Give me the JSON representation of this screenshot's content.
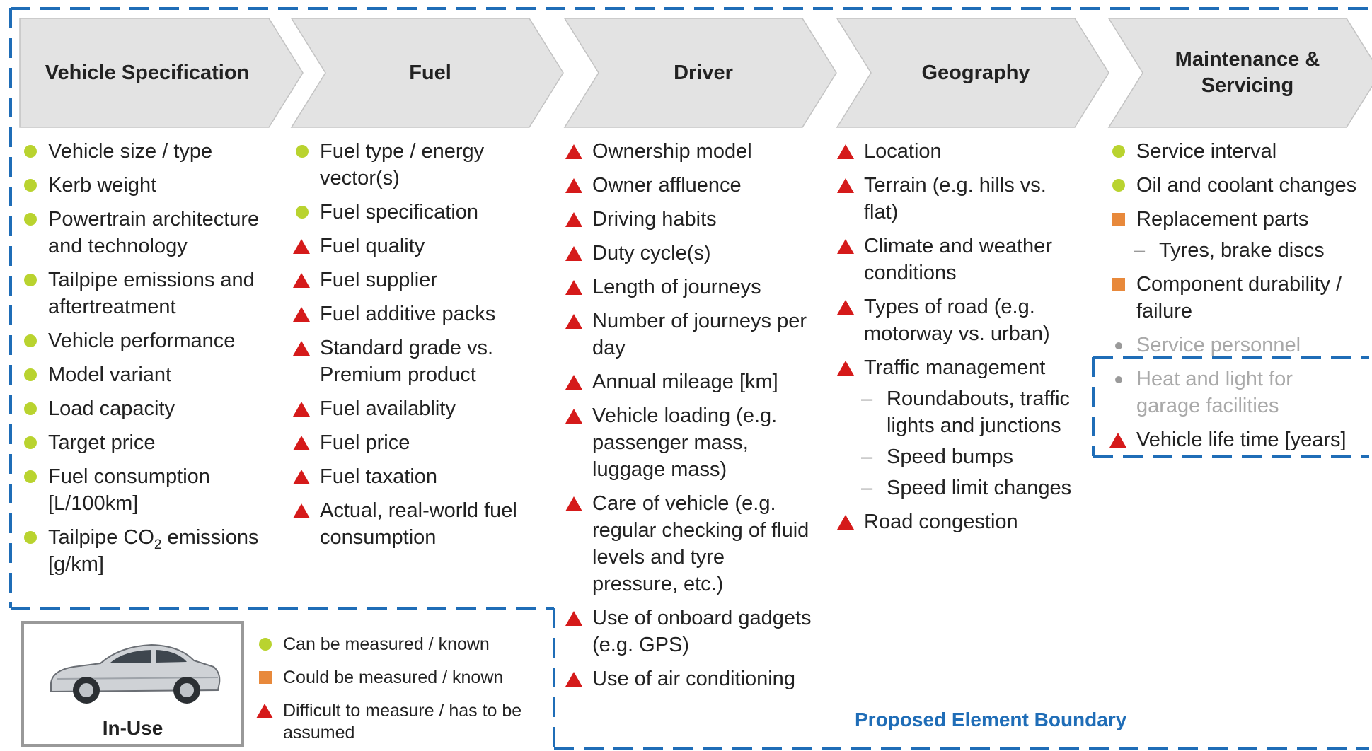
{
  "stages": [
    {
      "title": "Vehicle Specification",
      "items": [
        {
          "mark": "circle",
          "text": "Vehicle size / type"
        },
        {
          "mark": "circle",
          "text": "Kerb weight"
        },
        {
          "mark": "circle",
          "text": "Powertrain architecture and technology"
        },
        {
          "mark": "circle",
          "text": "Tailpipe emissions and aftertreatment"
        },
        {
          "mark": "circle",
          "text": "Vehicle performance"
        },
        {
          "mark": "circle",
          "text": "Model variant"
        },
        {
          "mark": "circle",
          "text": "Load capacity"
        },
        {
          "mark": "circle",
          "text": "Target price"
        },
        {
          "mark": "circle",
          "text": "Fuel consumption [L/100km]"
        },
        {
          "mark": "circle",
          "text": "Tailpipe CO",
          "sub": "2",
          "after": " emissions [g/km]"
        }
      ]
    },
    {
      "title": "Fuel",
      "items": [
        {
          "mark": "circle",
          "text": "Fuel type / energy vector(s)"
        },
        {
          "mark": "circle",
          "text": "Fuel specification"
        },
        {
          "mark": "triangle",
          "text": "Fuel quality"
        },
        {
          "mark": "triangle",
          "text": "Fuel supplier"
        },
        {
          "mark": "triangle",
          "text": "Fuel additive packs"
        },
        {
          "mark": "triangle",
          "text": "Standard grade vs. Premium product"
        },
        {
          "mark": "triangle",
          "text": "Fuel availablity"
        },
        {
          "mark": "triangle",
          "text": "Fuel price"
        },
        {
          "mark": "triangle",
          "text": "Fuel taxation"
        },
        {
          "mark": "triangle",
          "text": "Actual, real-world fuel consumption"
        }
      ]
    },
    {
      "title": "Driver",
      "items": [
        {
          "mark": "triangle",
          "text": "Ownership model"
        },
        {
          "mark": "triangle",
          "text": "Owner affluence"
        },
        {
          "mark": "triangle",
          "text": "Driving habits"
        },
        {
          "mark": "triangle",
          "text": "Duty cycle(s)"
        },
        {
          "mark": "triangle",
          "text": "Length of journeys"
        },
        {
          "mark": "triangle",
          "text": "Number of journeys per day"
        },
        {
          "mark": "triangle",
          "text": "Annual mileage [km]"
        },
        {
          "mark": "triangle",
          "text": "Vehicle loading (e.g. passenger mass, luggage mass)"
        },
        {
          "mark": "triangle",
          "text": "Care of vehicle (e.g. regular checking of fluid levels and tyre pressure, etc.)"
        },
        {
          "mark": "triangle",
          "text": "Use of onboard gadgets (e.g. GPS)"
        },
        {
          "mark": "triangle",
          "text": "Use of air conditioning"
        }
      ]
    },
    {
      "title": "Geography",
      "items": [
        {
          "mark": "triangle",
          "text": "Location"
        },
        {
          "mark": "triangle",
          "text": "Terrain (e.g. hills vs. flat)"
        },
        {
          "mark": "triangle",
          "text": "Climate and weather conditions"
        },
        {
          "mark": "triangle",
          "text": "Types of road (e.g. motorway vs. urban)"
        },
        {
          "mark": "triangle",
          "text": "Traffic management",
          "subs": [
            "Roundabouts, traffic lights and junctions",
            "Speed bumps",
            "Speed limit changes"
          ]
        },
        {
          "mark": "triangle",
          "text": "Road congestion"
        }
      ]
    },
    {
      "title": "Maintenance & Servicing",
      "items": [
        {
          "mark": "circle",
          "text": "Service interval"
        },
        {
          "mark": "circle",
          "text": "Oil and coolant changes"
        },
        {
          "mark": "square",
          "text": "Replacement parts",
          "subs": [
            "Tyres, brake discs"
          ]
        },
        {
          "mark": "square",
          "text": "Component durability / failure"
        },
        {
          "mark": "grey-dot",
          "text": "Service personnel",
          "grey": true
        },
        {
          "mark": "grey-dot",
          "text": "Heat and light for garage facilities",
          "grey": true
        },
        {
          "mark": "triangle",
          "text": "Vehicle life time [years]"
        }
      ]
    }
  ],
  "legend": [
    {
      "mark": "circle",
      "text": "Can be measured / known"
    },
    {
      "mark": "square",
      "text": "Could be measured / known"
    },
    {
      "mark": "triangle",
      "text": "Difficult to measure / has to be assumed"
    }
  ],
  "car_label": "In-Use",
  "boundary_label": "Proposed Element Boundary",
  "colors": {
    "measured": "#b9d32f",
    "could_measure": "#e8893b",
    "difficult": "#d51a1a",
    "boundary": "#1f6db7",
    "chevron_fill": "#e3e3e3"
  }
}
